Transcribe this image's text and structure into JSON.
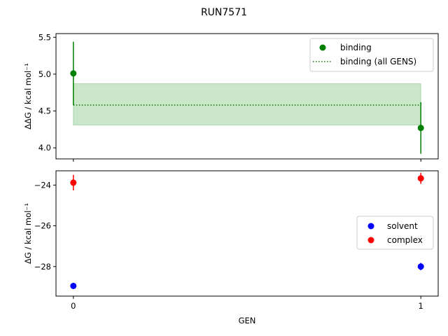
{
  "chart_data": [
    {
      "type": "scatter",
      "figure_title": "RUN7571",
      "xlabel": "",
      "ylabel": "ΔΔG / kcal mol⁻¹",
      "xlim": [
        -0.05,
        1.05
      ],
      "ylim": [
        3.85,
        5.55
      ],
      "x_ticks": [
        0,
        1
      ],
      "x_tick_labels": [
        "",
        ""
      ],
      "y_ticks": [
        4.0,
        4.5,
        5.0,
        5.5
      ],
      "y_tick_labels": [
        "4.0",
        "4.5",
        "5.0",
        "5.5"
      ],
      "grid": false,
      "legend_position": "top-right",
      "series": [
        {
          "name": "binding",
          "kind": "errorbar-points",
          "color": "#008000",
          "x": [
            0,
            1
          ],
          "y": [
            5.01,
            4.27
          ],
          "err": [
            0.43,
            0.35
          ]
        },
        {
          "name": "binding (all GENS)",
          "kind": "dotted-line-with-band",
          "color": "#008000",
          "band_color": "#2ca02c",
          "x": [
            0,
            1
          ],
          "y": 4.58,
          "band": [
            4.31,
            4.87
          ]
        }
      ]
    },
    {
      "type": "scatter",
      "xlabel": "GEN",
      "ylabel": "ΔG / kcal mol⁻¹",
      "xlim": [
        -0.05,
        1.05
      ],
      "ylim": [
        -29.45,
        -23.3
      ],
      "x_ticks": [
        0,
        1
      ],
      "x_tick_labels": [
        "0",
        "1"
      ],
      "y_ticks": [
        -28,
        -26,
        -24
      ],
      "y_tick_labels": [
        "−28",
        "−26",
        "−24"
      ],
      "grid": false,
      "legend_position": "center-right",
      "series": [
        {
          "name": "solvent",
          "kind": "errorbar-points",
          "color": "#0000ff",
          "x": [
            0,
            1
          ],
          "y": [
            -28.95,
            -28.0
          ],
          "err": [
            0.15,
            0.18
          ]
        },
        {
          "name": "complex",
          "kind": "errorbar-points",
          "color": "#ff0000",
          "x": [
            0,
            1
          ],
          "y": [
            -23.88,
            -23.67
          ],
          "err": [
            0.38,
            0.27
          ]
        }
      ]
    }
  ]
}
